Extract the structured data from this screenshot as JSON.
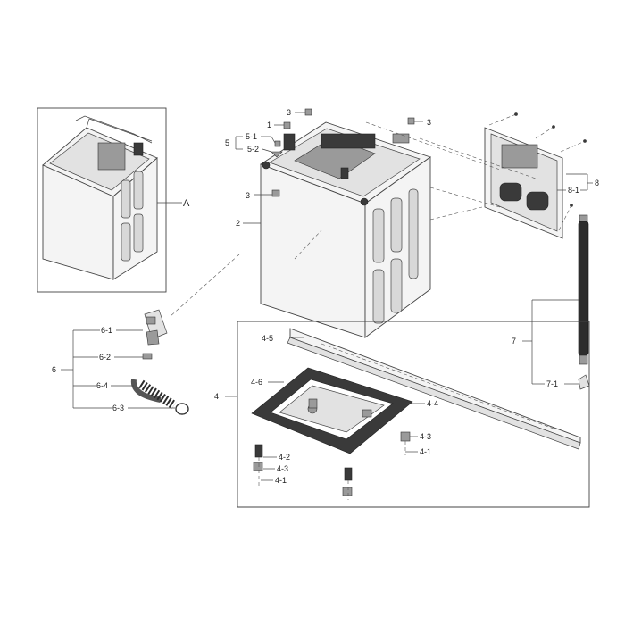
{
  "callouts": {
    "A": "A",
    "c1": "1",
    "c2": "2",
    "c3a": "3",
    "c3b": "3",
    "c3c": "3",
    "c4": "4",
    "c4_1a": "4-1",
    "c4_1b": "4-1",
    "c4_2": "4-2",
    "c4_3a": "4-3",
    "c4_3b": "4-3",
    "c4_4": "4-4",
    "c4_5": "4-5",
    "c4_6": "4-6",
    "c5": "5",
    "c5_1": "5-1",
    "c5_2": "5-2",
    "c6": "6",
    "c6_1": "6-1",
    "c6_2": "6-2",
    "c6_3": "6-3",
    "c6_4": "6-4",
    "c7": "7",
    "c7_1": "7-1",
    "c8": "8",
    "c8_1": "8-1"
  },
  "colors": {
    "line": "#444444",
    "part_fill": "#f4f4f4",
    "dark": "#3a3a3a"
  }
}
